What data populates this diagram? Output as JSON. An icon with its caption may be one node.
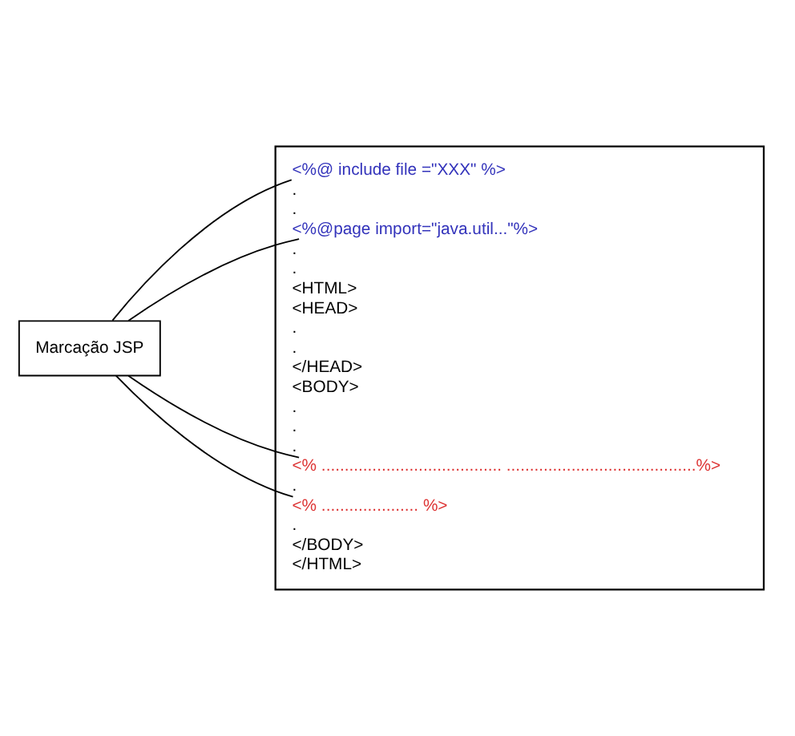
{
  "diagram": {
    "nodes": [
      {
        "text": [
          "Marcação JSP"
        ]
      },
      {
        "text": [],
        "shape": "box"
      },
      {
        "text": [
          "<%@ include file =\"XXX\" %>"
        ],
        "in": 1
      },
      {
        "text": [
          "."
        ],
        "in": 1
      },
      {
        "text": [
          "."
        ],
        "in": 1
      },
      {
        "text": [
          "<%@page import=\"java.util...\"%>"
        ],
        "in": 1
      },
      {
        "text": [
          "."
        ],
        "in": 1
      },
      {
        "text": [
          "."
        ],
        "in": 1
      },
      {
        "text": [
          "<HTML>"
        ],
        "in": 1
      },
      {
        "text": [
          "<HEAD>"
        ],
        "in": 1
      },
      {
        "text": [
          "."
        ],
        "in": 1
      },
      {
        "text": [
          "."
        ],
        "in": 1
      },
      {
        "text": [
          "</HEAD>"
        ],
        "in": 1
      },
      {
        "text": [
          "<BODY>"
        ],
        "in": 1
      },
      {
        "text": [
          "."
        ],
        "in": 1
      },
      {
        "text": [
          "."
        ],
        "in": 1
      },
      {
        "text": [
          "."
        ],
        "in": 1
      },
      {
        "text": [
          "<% ....................................... .........................................%>"
        ],
        "in": 1
      },
      {
        "text": [
          "."
        ],
        "in": 1
      },
      {
        "text": [
          "<% ..................... %>"
        ],
        "in": 1
      },
      {
        "text": [
          "."
        ],
        "in": 1
      },
      {
        "text": [
          "</BODY>"
        ],
        "in": 1
      },
      {
        "text": [
          "</HTML>"
        ],
        "in": 1
      }
    ],
    "edges": [
      {
        "from": 0,
        "to": 2,
        "arrow": "none"
      },
      {
        "from": 0,
        "to": 5,
        "arrow": "none"
      },
      {
        "from": 0,
        "to": 17,
        "arrow": "none"
      },
      {
        "from": 0,
        "to": 19,
        "arrow": "none"
      }
    ]
  }
}
